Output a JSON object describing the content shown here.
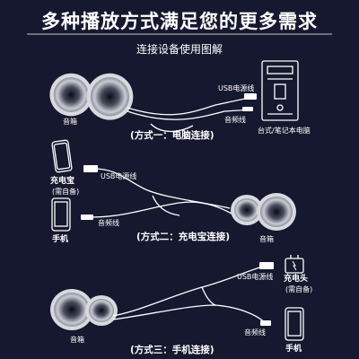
{
  "title": "多种播放方式满足您的更多需求",
  "subtitle": "连接设备使用图解",
  "methods": [
    {
      "label": "(方式一：电脑连接)",
      "speaker_label": "音箱",
      "usb_label": "USB电源线",
      "audio_label": "音频线",
      "device_label": "台式/笔记本电脑"
    },
    {
      "label": "(方式二：充电宝连接)",
      "speaker_label": "音箱",
      "usb_label": "USB电源线",
      "audio_label": "音频线",
      "powerbank_label": "充电宝",
      "powerbank_note": "(需自备)",
      "phone_label": "手机"
    },
    {
      "label": "(方式三：手机连接)",
      "speaker_label": "音箱",
      "usb_label": "USB电源线",
      "audio_label": "音频线",
      "charger_label": "充电头",
      "charger_note": "(需自备)",
      "phone_label": "手机"
    }
  ],
  "colors": {
    "background": "#16182f",
    "line": "#ffffff"
  }
}
